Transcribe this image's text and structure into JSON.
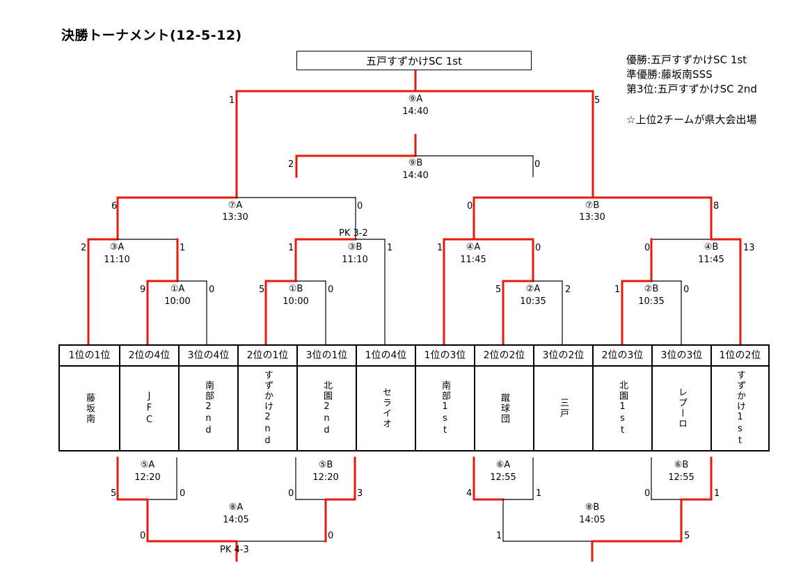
{
  "title": "決勝トーナメント(12-5-12)",
  "champion_box": "五戸すずかけSC 1st",
  "results": [
    "優勝:五戸すずかけSC 1st",
    "準優勝:藤坂南SSS",
    "第3位:五戸すずかけSC 2nd",
    "☆上位2チームが県大会出場"
  ],
  "teams": [
    {
      "seed": "1位の1位",
      "name": "藤坂南"
    },
    {
      "seed": "2位の4位",
      "name": "JFC"
    },
    {
      "seed": "3位の4位",
      "name": "南部2nd"
    },
    {
      "seed": "2位の1位",
      "name": "すずかけ2nd"
    },
    {
      "seed": "3位の1位",
      "name": "北園2nd"
    },
    {
      "seed": "1位の4位",
      "name": "セライオ"
    },
    {
      "seed": "1位の3位",
      "name": "南部1st"
    },
    {
      "seed": "2位の2位",
      "name": "蹴球団"
    },
    {
      "seed": "3位の2位",
      "name": "三戸"
    },
    {
      "seed": "2位の3位",
      "name": "北園1st"
    },
    {
      "seed": "3位の3位",
      "name": "レプーロ"
    },
    {
      "seed": "1位の2位",
      "name": "すずかけ1st"
    }
  ],
  "matches": {
    "m9a": {
      "id": "⑨A",
      "time": "14:40",
      "left_score": "1",
      "right_score": "5"
    },
    "m9b": {
      "id": "⑨B",
      "time": "14:40",
      "left_score": "2",
      "right_score": "0"
    },
    "m7a": {
      "id": "⑦A",
      "time": "13:30",
      "left_score": "6",
      "right_score": "0"
    },
    "m7b": {
      "id": "⑦B",
      "time": "13:30",
      "left_score": "0",
      "right_score": "8"
    },
    "m3a": {
      "id": "③A",
      "time": "11:10",
      "left_score": "2",
      "right_score": "1"
    },
    "m3b": {
      "id": "③B",
      "time": "11:10",
      "left_score": "1",
      "right_score": "1",
      "pk": "PK 3-2"
    },
    "m4a": {
      "id": "④A",
      "time": "11:45",
      "left_score": "1",
      "right_score": "0"
    },
    "m4b": {
      "id": "④B",
      "time": "11:45",
      "left_score": "0",
      "right_score": "13"
    },
    "m1a": {
      "id": "①A",
      "time": "10:00",
      "left_score": "9",
      "right_score": "0"
    },
    "m1b": {
      "id": "①B",
      "time": "10:00",
      "left_score": "5",
      "right_score": "0"
    },
    "m2a": {
      "id": "②A",
      "time": "10:35",
      "left_score": "5",
      "right_score": "2"
    },
    "m2b": {
      "id": "②B",
      "time": "10:35",
      "left_score": "1",
      "right_score": "0"
    },
    "m5a": {
      "id": "⑤A",
      "time": "12:20",
      "left_score": "5",
      "right_score": "0"
    },
    "m5b": {
      "id": "⑤B",
      "time": "12:20",
      "left_score": "0",
      "right_score": "3"
    },
    "m6a": {
      "id": "⑥A",
      "time": "12:55",
      "left_score": "4",
      "right_score": "1"
    },
    "m6b": {
      "id": "⑥B",
      "time": "12:55",
      "left_score": "0",
      "right_score": "1"
    },
    "m8a": {
      "id": "⑧A",
      "time": "14:05",
      "left_score": "0",
      "right_score": "0",
      "pk": "PK 4-3"
    },
    "m8b": {
      "id": "⑧B",
      "time": "14:05",
      "left_score": "1",
      "right_score": "5"
    }
  },
  "colors": {
    "winner_line": "#e8190c",
    "loser_line": "#000000"
  }
}
